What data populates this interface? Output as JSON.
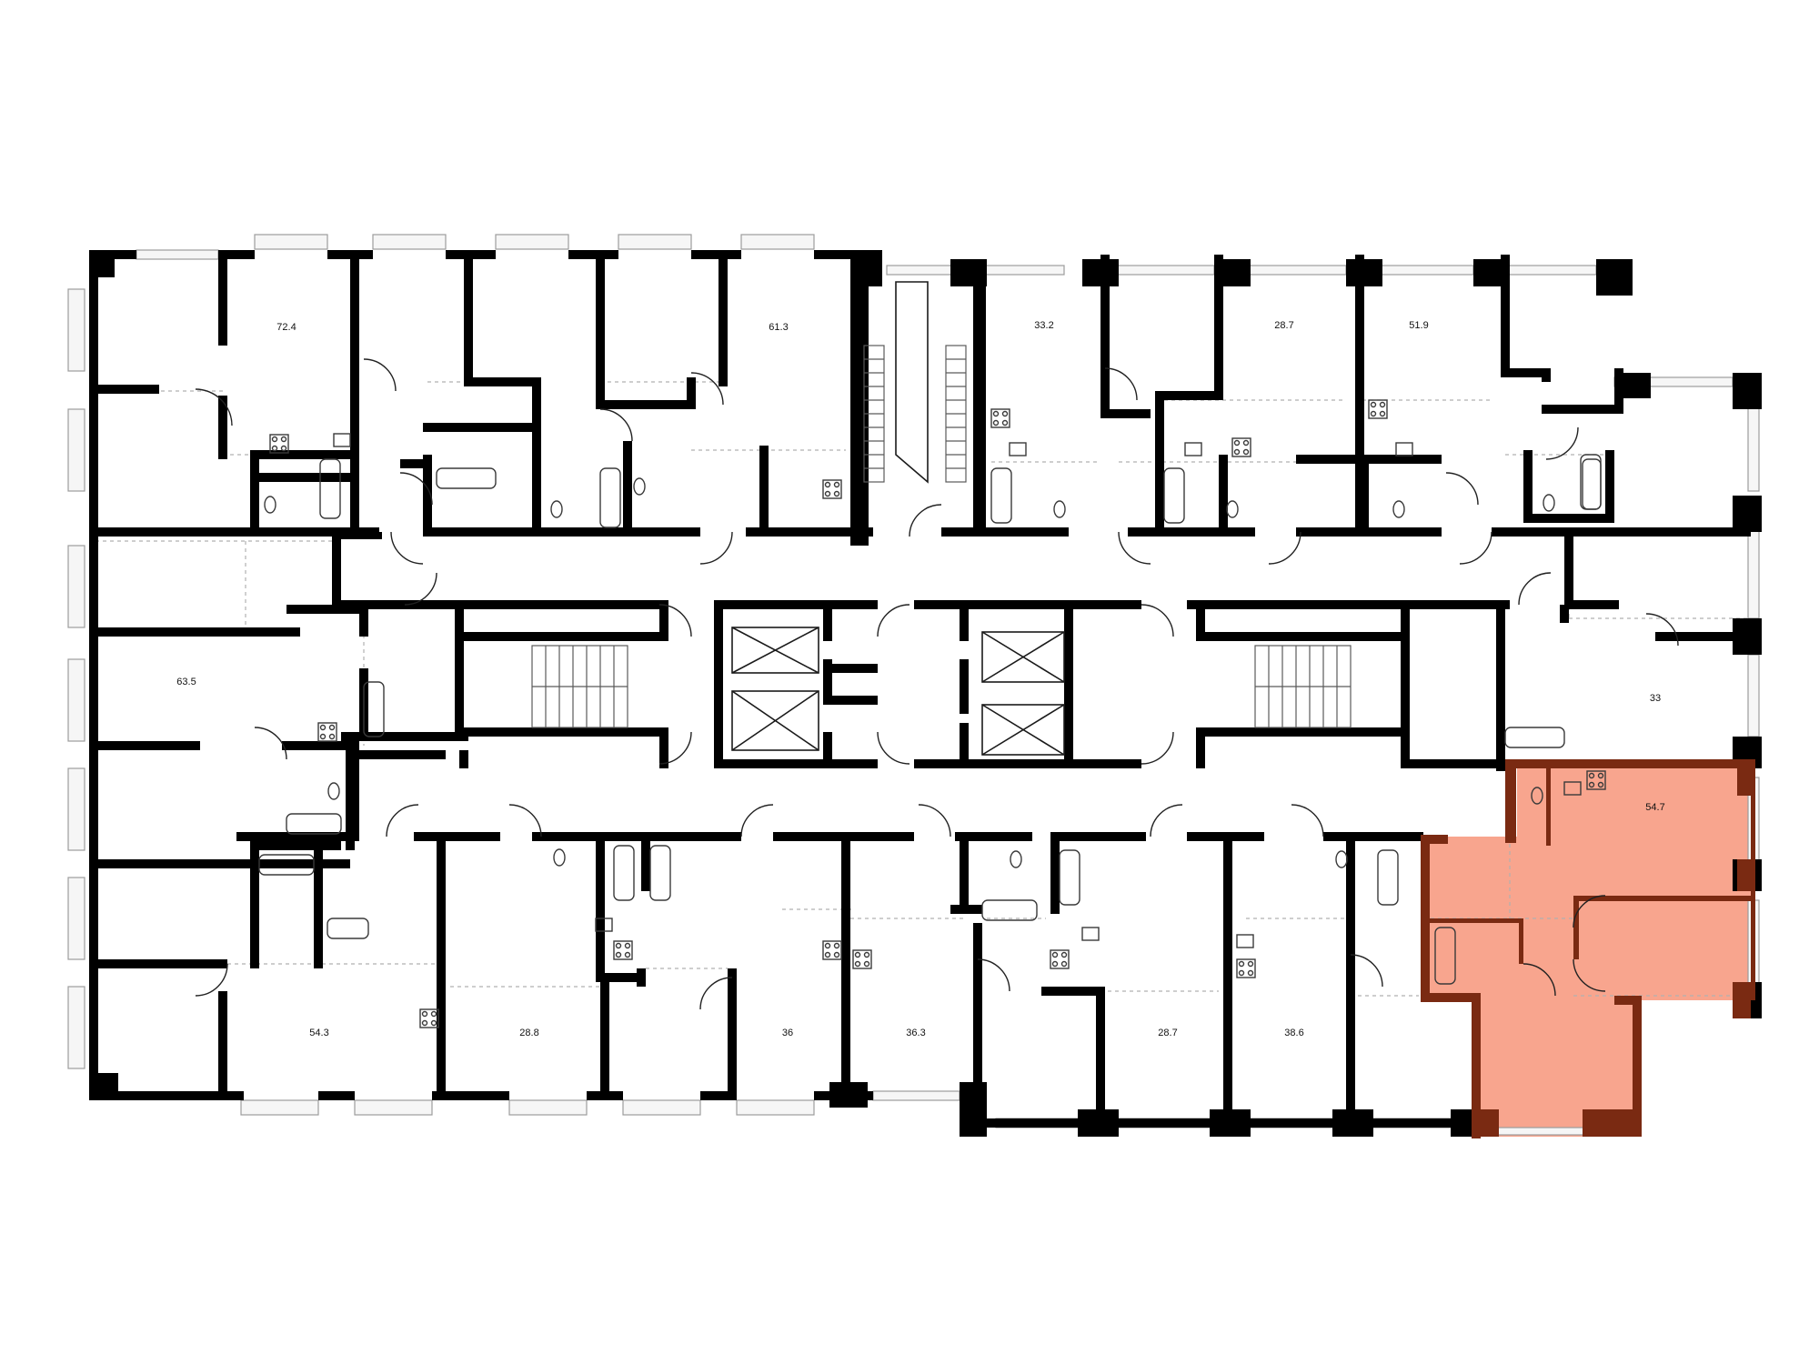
{
  "floorplan": {
    "colors": {
      "highlight_fill": "#f8a58e",
      "highlight_wall": "#7a2a12",
      "wall": "#000000"
    },
    "highlighted_unit": {
      "area": "54.7"
    },
    "unit_areas": [
      "72.4",
      "61.3",
      "33.2",
      "28.7",
      "51.9",
      "63.5",
      "33",
      "54.3",
      "28.8",
      "36",
      "36.3",
      "28.7",
      "38.6"
    ],
    "icons": [
      "door-swing-icon",
      "window-icon",
      "bathtub-icon",
      "toilet-icon",
      "sink-icon",
      "stove-icon",
      "elevator-icon",
      "stairs-icon"
    ]
  }
}
